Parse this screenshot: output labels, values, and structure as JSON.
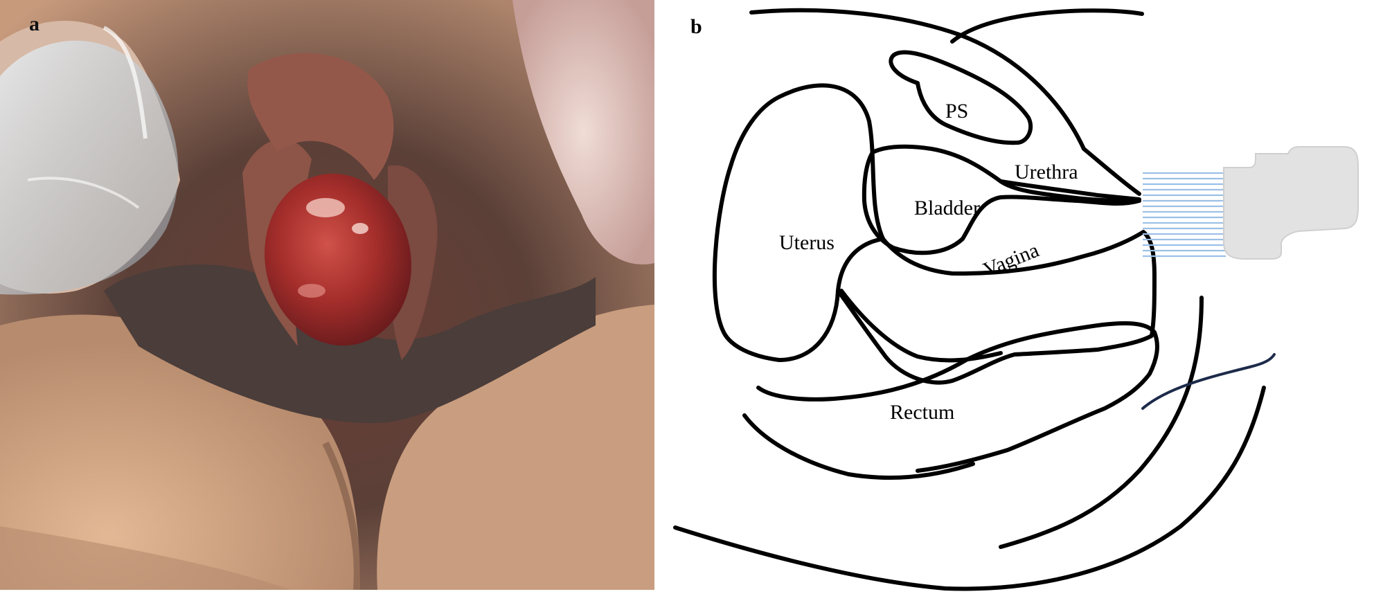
{
  "panel_a": {
    "letter": "a"
  },
  "panel_b": {
    "letter": "b",
    "labels": {
      "ps": "PS",
      "urethra": "Urethra",
      "bladder": "Bladder",
      "uterus": "Uterus",
      "vagina": "Vagina",
      "rectum": "Rectum"
    }
  },
  "colors": {
    "outline": "#000000",
    "probe_body": "#e2e2e2",
    "ultrasound_beam": "#9cc0e6",
    "cable": "#1d2b4a"
  }
}
